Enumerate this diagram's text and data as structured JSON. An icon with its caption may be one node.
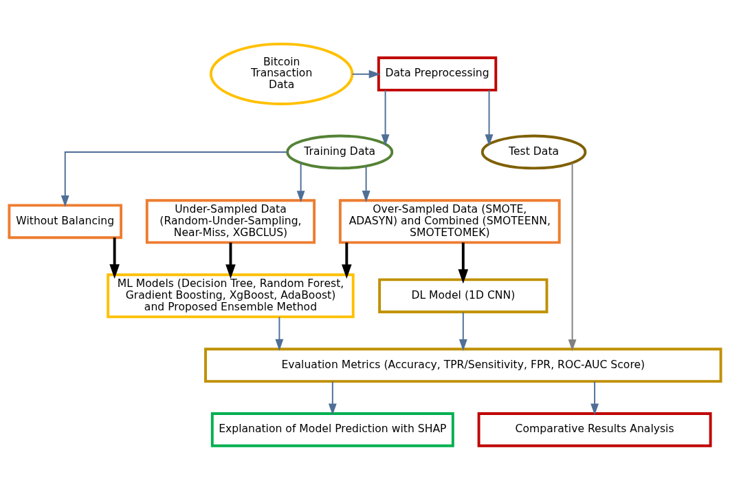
{
  "diagram": {
    "nodes": [
      {
        "text": [
          "Bitcoin Transaction Data"
        ]
      },
      {
        "text": [
          "Data Preprocessing"
        ]
      },
      {
        "text": [
          "Training Data"
        ]
      },
      {
        "text": [
          "Test Data"
        ]
      },
      {
        "text": [
          "Without Balancing"
        ]
      },
      {
        "text": [
          "Under-Sampled Data (Random-Under-Sampling, Near-Miss, XGBCLUS)"
        ]
      },
      {
        "text": [
          "Over-Sampled Data (SMOTE, ADASYN) and Combined (SMOTEENN, SMOTETOMEK)"
        ]
      },
      {
        "text": [
          "ML Models (Decision Tree, Random Forest, Gradient Boosting, XgBoost, AdaBoost) and Proposed Ensemble Method"
        ]
      },
      {
        "text": [
          "DL Model (1D CNN)"
        ]
      },
      {
        "text": [
          "Evaluation Metrics (Accuracy, TPR/Sensitivity, FPR, ROC-AUC Score)"
        ]
      },
      {
        "text": [
          "Explanation of Model Prediction with SHAP"
        ]
      },
      {
        "text": [
          "Comparative Results Analysis"
        ]
      }
    ],
    "edges": [
      {
        "from": 0,
        "to": 1,
        "arrow": "to"
      },
      {
        "from": 1,
        "to": 2,
        "arrow": "to"
      },
      {
        "from": 1,
        "to": 3,
        "arrow": "to"
      },
      {
        "from": 2,
        "to": 4,
        "arrow": "to"
      },
      {
        "from": 2,
        "to": 5,
        "arrow": "to"
      },
      {
        "from": 2,
        "to": 6,
        "arrow": "to"
      },
      {
        "from": 4,
        "to": 7,
        "arrow": "to",
        "style": "thick",
        "color": "#000000"
      },
      {
        "from": 5,
        "to": 7,
        "arrow": "to",
        "style": "thick",
        "color": "#000000"
      },
      {
        "from": 6,
        "to": 7,
        "arrow": "to",
        "style": "thick",
        "color": "#000000"
      },
      {
        "from": 6,
        "to": 8,
        "arrow": "to",
        "style": "thick",
        "color": "#000000"
      },
      {
        "from": 7,
        "to": 9,
        "arrow": "to"
      },
      {
        "from": 8,
        "to": 9,
        "arrow": "to"
      },
      {
        "from": 3,
        "to": 9,
        "arrow": "to",
        "color": "#808080"
      },
      {
        "from": 9,
        "to": 10,
        "arrow": "to"
      },
      {
        "from": 9,
        "to": 11,
        "arrow": "to"
      }
    ]
  }
}
